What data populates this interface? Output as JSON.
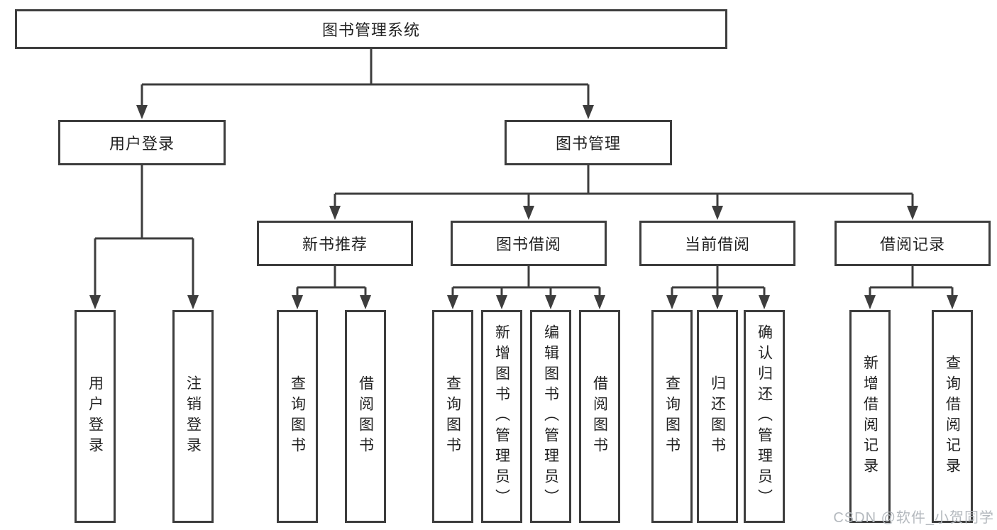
{
  "diagram": {
    "root": "图书管理系统",
    "children": [
      {
        "label": "用户登录",
        "children": [
          {
            "label": "用户登录"
          },
          {
            "label": "注销登录"
          }
        ]
      },
      {
        "label": "图书管理",
        "children": [
          {
            "label": "新书推荐",
            "children": [
              {
                "label": "查询图书"
              },
              {
                "label": "借阅图书"
              }
            ]
          },
          {
            "label": "图书借阅",
            "children": [
              {
                "label": "查询图书"
              },
              {
                "label": "新增图书（管理员）"
              },
              {
                "label": "编辑图书（管理员）"
              },
              {
                "label": "借阅图书"
              }
            ]
          },
          {
            "label": "当前借阅",
            "children": [
              {
                "label": "查询图书"
              },
              {
                "label": "归还图书"
              },
              {
                "label": "确认归还（管理员）"
              }
            ]
          },
          {
            "label": "借阅记录",
            "children": [
              {
                "label": "新增借阅记录"
              },
              {
                "label": "查询借阅记录"
              }
            ]
          }
        ]
      }
    ]
  },
  "watermark": "CSDN @软件_小贺同学",
  "colors": {
    "line": "#3d3d3d",
    "text": "#222222",
    "watermark": "#b4b9be",
    "background": "#ffffff"
  }
}
